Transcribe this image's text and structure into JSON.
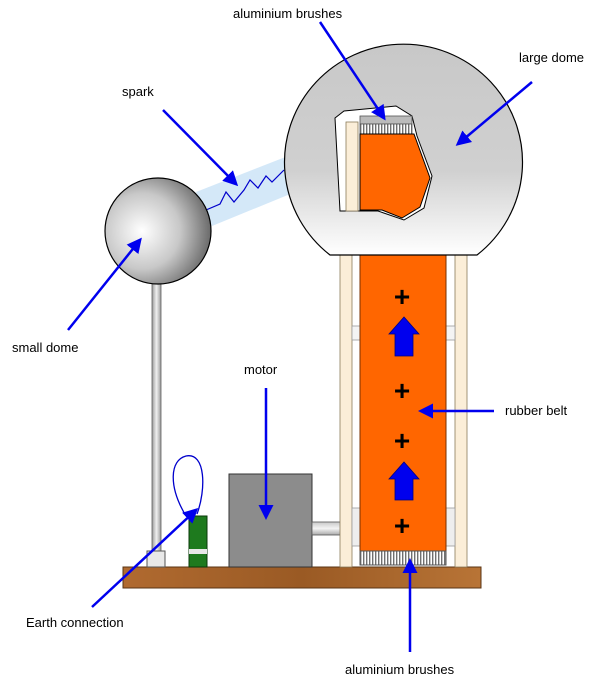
{
  "labels": {
    "brushes_top": "aluminium brushes",
    "large_dome": "large dome",
    "spark": "spark",
    "small_dome": "small dome",
    "motor": "motor",
    "rubber_belt": "rubber belt",
    "earth_connection": "Earth connection",
    "brushes_bottom": "aluminium brushes"
  },
  "belt": {
    "charge_symbols": [
      "+",
      "+",
      "+",
      "+"
    ]
  },
  "colors": {
    "belt": "#ff6600",
    "arrow": "#0000ee",
    "base": "#a0602a",
    "dome": "#b8b8b8",
    "motor": "#8c8c8c",
    "earth_clip": "#1e7a1e",
    "spark_glow": "#cfe6f7"
  }
}
